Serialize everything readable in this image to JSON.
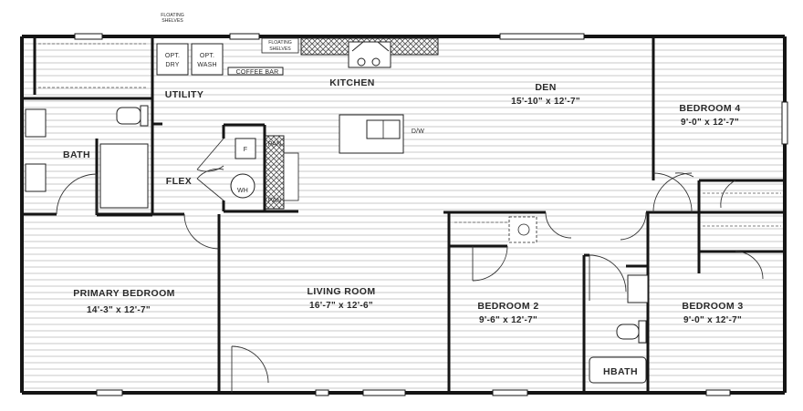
{
  "rooms": {
    "kitchen": "KITCHEN",
    "utility": "UTILITY",
    "bath": "BATH",
    "flex": "FLEX",
    "den_name": "DEN",
    "den_dim": "15'-10\" x  12'-7\"",
    "bedroom4_name": "BEDROOM 4",
    "bedroom4_dim": "9'-0\" x  12'-7\"",
    "primary_name": "PRIMARY BEDROOM",
    "primary_dim": "14'-3\" x  12'-7\"",
    "living_name": "LIVING ROOM",
    "living_dim": "16'-7\" x  12'-6\"",
    "bedroom2_name": "BEDROOM 2",
    "bedroom2_dim": "9'-6\" x  12'-7\"",
    "bedroom3_name": "BEDROOM 3",
    "bedroom3_dim": "9'-0\" x  12'-7\"",
    "hbath": "HBATH"
  },
  "labels": {
    "floating_shelves_top_1": "FLOATING",
    "floating_shelves_top_2": "SHELVES",
    "floating_shelves_1": "FLOATING",
    "floating_shelves_2": "SHELVES",
    "opt_dry_1": "OPT.",
    "opt_dry_2": "DRY",
    "opt_wash_1": "OPT.",
    "opt_wash_2": "WASH",
    "coffee_bar": "COFFEE BAR",
    "dishwasher": "D/W",
    "fridge": "F",
    "pantry_top": "PAN",
    "pantry_bottom": "PAN",
    "water_heater": "WH"
  },
  "colors": {
    "wall": "#151515",
    "floor_line": "#c8c8c8",
    "fixture": "#444444"
  }
}
